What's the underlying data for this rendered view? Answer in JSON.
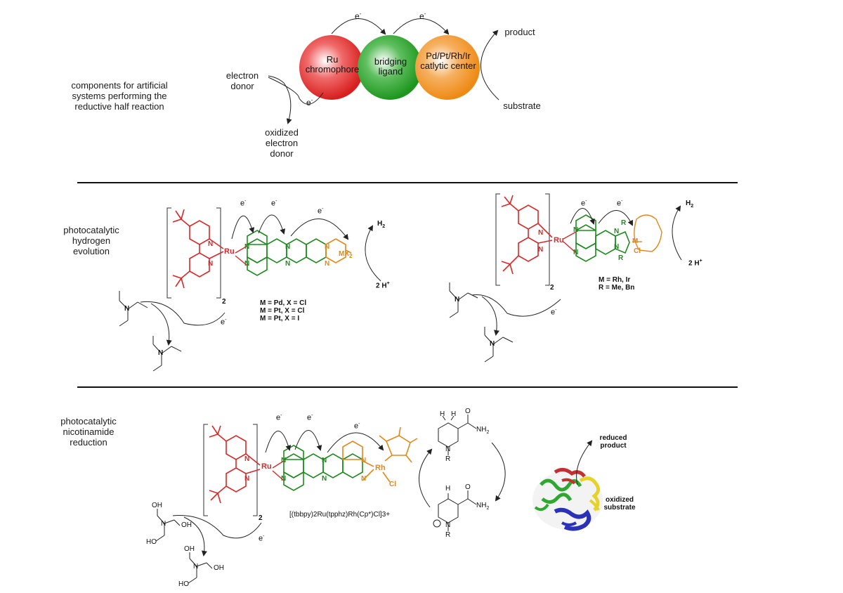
{
  "top": {
    "intro": "components for artificial systems performing the reductive half reaction",
    "electron_donor": "electron donor",
    "oxidized_donor": "oxidized electron donor",
    "product": "product",
    "substrate": "substrate",
    "electron": "e",
    "electron_sup": "-",
    "circles": [
      {
        "label": "Ru chromophore",
        "color": "#e63030"
      },
      {
        "label": "bridging ligand",
        "color": "#2ca02c"
      },
      {
        "label": "Pd/Pt/Rh/Ir catlytic center",
        "color": "#f0901e"
      }
    ]
  },
  "section2": {
    "title": "photocatalytic hydrogen evolution",
    "h2": "H",
    "h2_sub": "2",
    "two_h": "2 H",
    "two_h_sup": "+",
    "ru": "Ru",
    "n": "N",
    "mx2": "MX",
    "mx2_sub": "2",
    "conditions": [
      "M = Pd, X = Cl",
      "M = Pt, X = Cl",
      "M = Pt, X = I"
    ],
    "subscript_2": "2",
    "right_conditions": [
      "M = Rh, Ir",
      "R = Me, Bn"
    ],
    "r": "R",
    "m": "M",
    "cl": "Cl"
  },
  "section3": {
    "title": "photocatalytic nicotinamide reduction",
    "formula": "[(tbbpy)2Ru(tpphz)Rh(Cp*)Cl]3+",
    "rh": "Rh",
    "cl": "Cl",
    "reduced_product": "reduced product",
    "oxidized_substrate": "oxidized substrate",
    "nh2": "NH",
    "nh2_sub": "2",
    "o": "O",
    "h": "H",
    "r": "R",
    "oh": "OH",
    "ho": "HO"
  },
  "colors": {
    "ru": "#d42a2a",
    "bridge": "#1e8a1e",
    "metal": "#e0881a",
    "rule": "#111111"
  }
}
